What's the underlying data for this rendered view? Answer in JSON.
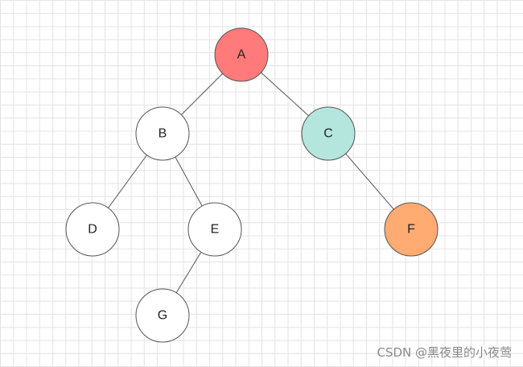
{
  "tree": {
    "nodes": [
      {
        "id": "A",
        "label": "A",
        "fill": "#ff7b7b"
      },
      {
        "id": "B",
        "label": "B",
        "fill": "#ffffff"
      },
      {
        "id": "C",
        "label": "C",
        "fill": "#b4e6dd"
      },
      {
        "id": "D",
        "label": "D",
        "fill": "#ffffff"
      },
      {
        "id": "E",
        "label": "E",
        "fill": "#ffffff"
      },
      {
        "id": "F",
        "label": "F",
        "fill": "#ffab72"
      },
      {
        "id": "G",
        "label": "G",
        "fill": "#ffffff"
      }
    ],
    "edges": [
      [
        "A",
        "B"
      ],
      [
        "A",
        "C"
      ],
      [
        "B",
        "D"
      ],
      [
        "B",
        "E"
      ],
      [
        "C",
        "F"
      ],
      [
        "E",
        "G"
      ]
    ]
  },
  "watermark": "CSDN @黑夜里的小夜莺"
}
